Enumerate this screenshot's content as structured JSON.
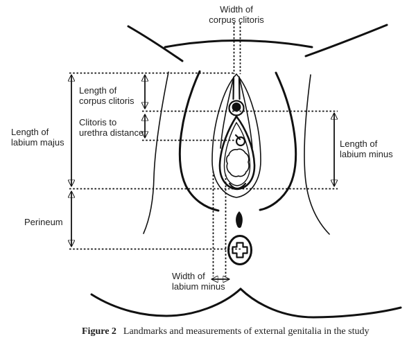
{
  "figure": {
    "colors": {
      "ink": "#111111",
      "background": "#ffffff"
    },
    "labels": {
      "width_corpus_clitoris": "Width of\ncorpus clitoris",
      "length_corpus_clitoris": "Length of\ncorpus clitoris",
      "clitoris_urethra_distance": "Clitoris to\nurethra distance",
      "length_labium_majus": "Length of\nlabium majus",
      "length_labium_minus": "Length of\nlabium minus",
      "perineum": "Perineum",
      "width_labium_minus": "Width of\nlabium minus"
    },
    "caption": {
      "label": "Figure 2",
      "text": "Landmarks and measurements of external genitalia in the study"
    }
  }
}
